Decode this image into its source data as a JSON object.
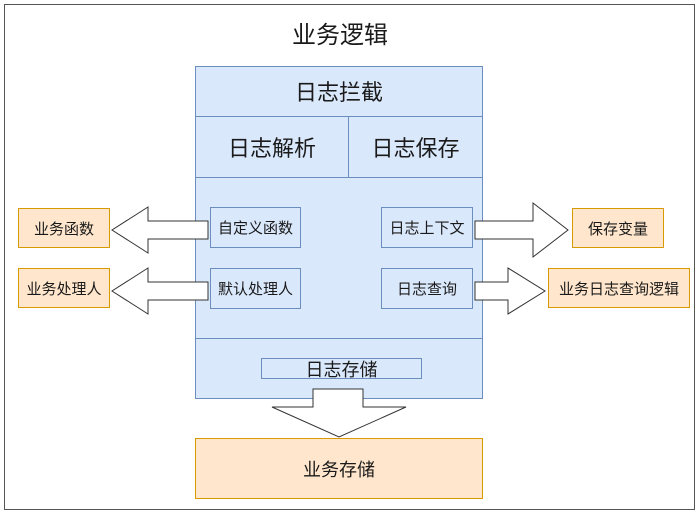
{
  "title": "业务逻辑",
  "interceptor": {
    "header": "日志拦截",
    "parse": "日志解析",
    "save": "日志保存",
    "custom_function": "自定义函数",
    "log_context": "日志上下文",
    "default_handler": "默认处理人",
    "log_query": "日志查询",
    "log_storage": "日志存储"
  },
  "external": {
    "business_function": "业务函数",
    "business_handler": "业务处理人",
    "save_variable": "保存变量",
    "business_log_query_logic": "业务日志查询逻辑",
    "business_storage": "业务存储"
  },
  "colors": {
    "blue_fill": "#dae8fc",
    "blue_border": "#6c8ebf",
    "orange_fill": "#ffe6cc",
    "orange_border": "#d79b00"
  }
}
